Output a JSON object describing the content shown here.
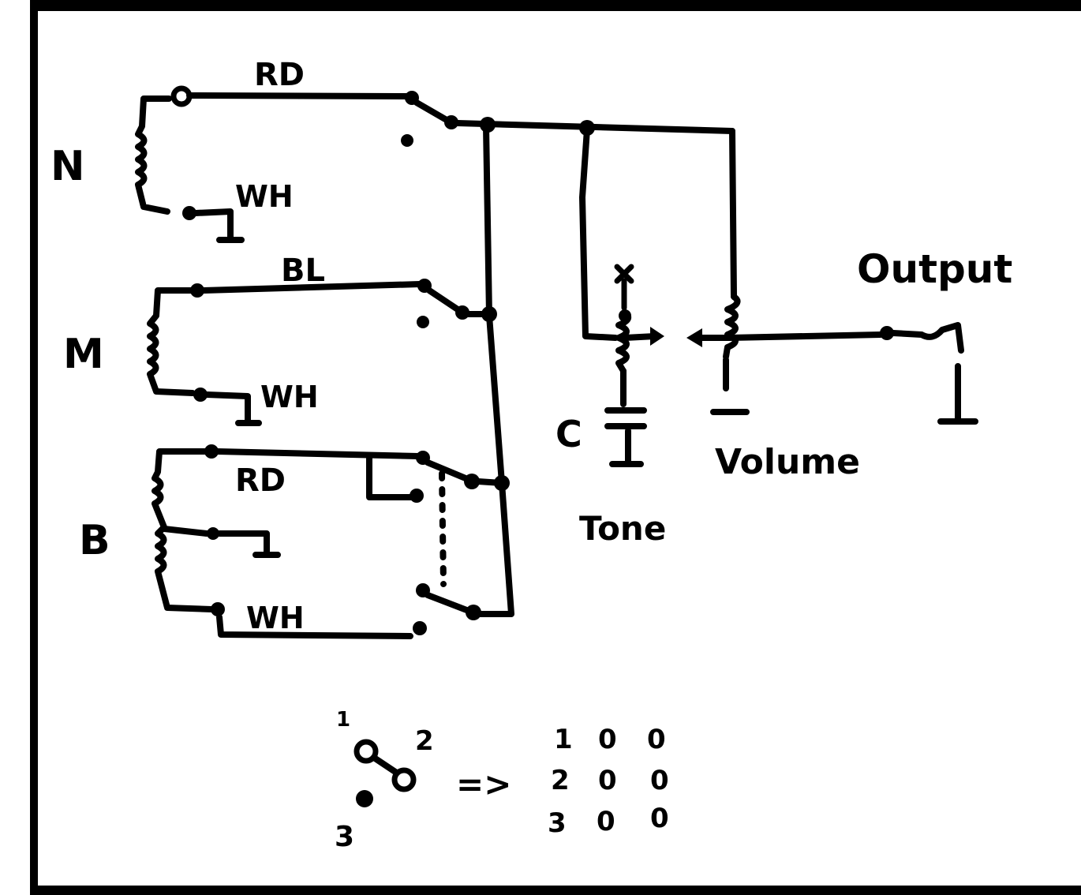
{
  "pickups": {
    "neck": {
      "label": "N",
      "hot_wire": "RD",
      "ground_wire": "WH"
    },
    "middle": {
      "label": "M",
      "hot_wire": "BL",
      "ground_wire": "WH"
    },
    "bridge": {
      "label": "B",
      "hot_wire": "RD",
      "ground_wire": "WH"
    }
  },
  "controls": {
    "tone_label": "Tone",
    "capacitor_label": "C",
    "volume_label": "Volume",
    "output_label": "Output"
  },
  "legend": {
    "switch_terminals": [
      "1",
      "2",
      "3"
    ],
    "arrow": "=>",
    "rows": [
      {
        "num": "1",
        "states": [
          "0",
          "0"
        ]
      },
      {
        "num": "2",
        "states": [
          "0",
          "0"
        ]
      },
      {
        "num": "3",
        "states": [
          "0",
          "0"
        ]
      }
    ]
  }
}
